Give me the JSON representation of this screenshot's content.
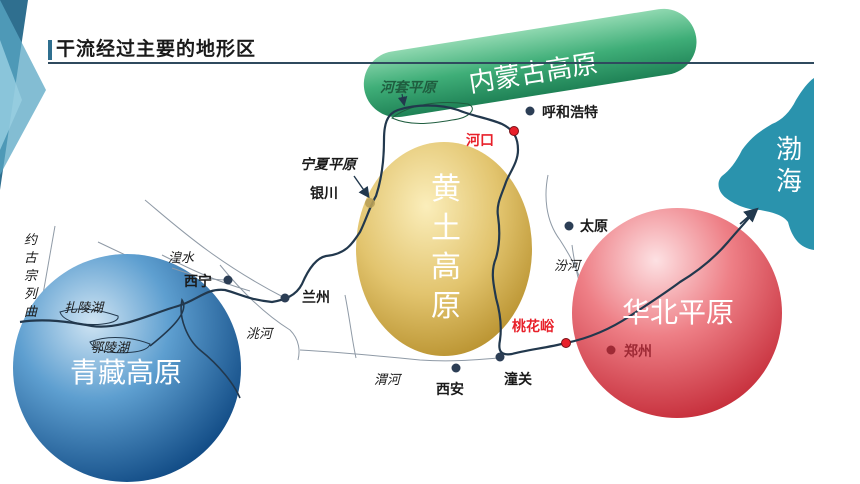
{
  "title": "干流经过主要的地形区",
  "regions": {
    "qinghai_tibet": "青藏高原",
    "loess_1": "黄",
    "loess_2": "土",
    "loess_3": "高",
    "loess_4": "原",
    "north_china": "华北平原",
    "inner_mongolia": "内蒙古高原",
    "bohai_1": "渤",
    "bohai_2": "海"
  },
  "plains": {
    "hetao": "河套平原",
    "ningxia": "宁夏平原"
  },
  "cities": {
    "xining": "西宁",
    "lanzhou": "兰州",
    "yinchuan": "银川",
    "huhehaote": "呼和浩特",
    "taiyuan": "太原",
    "xian": "西安",
    "tongguan": "潼关",
    "zhengzhou": "郑州"
  },
  "key_points": {
    "hekou": "河口",
    "taohuayu": "桃花峪"
  },
  "rivers": {
    "huangshui": "湟水",
    "taohe": "洮河",
    "weihe": "渭河",
    "fenhe": "汾河",
    "yuegu_1": "约",
    "yuegu_2": "古",
    "yuegu_3": "宗",
    "yuegu_4": "列",
    "yuegu_5": "曲"
  },
  "lakes": {
    "zhaling": "扎陵湖",
    "eling": "鄂陵湖"
  },
  "colors": {
    "qinghai_tibet": "#2a6fa8",
    "loess": "#d4b050",
    "north_china": "#d94552",
    "inner_mongolia": "#2f9a6a",
    "bohai": "#2a93ad",
    "river": "#22384d",
    "city_dot": "#2c3e55",
    "key_point": "#e8202a"
  }
}
